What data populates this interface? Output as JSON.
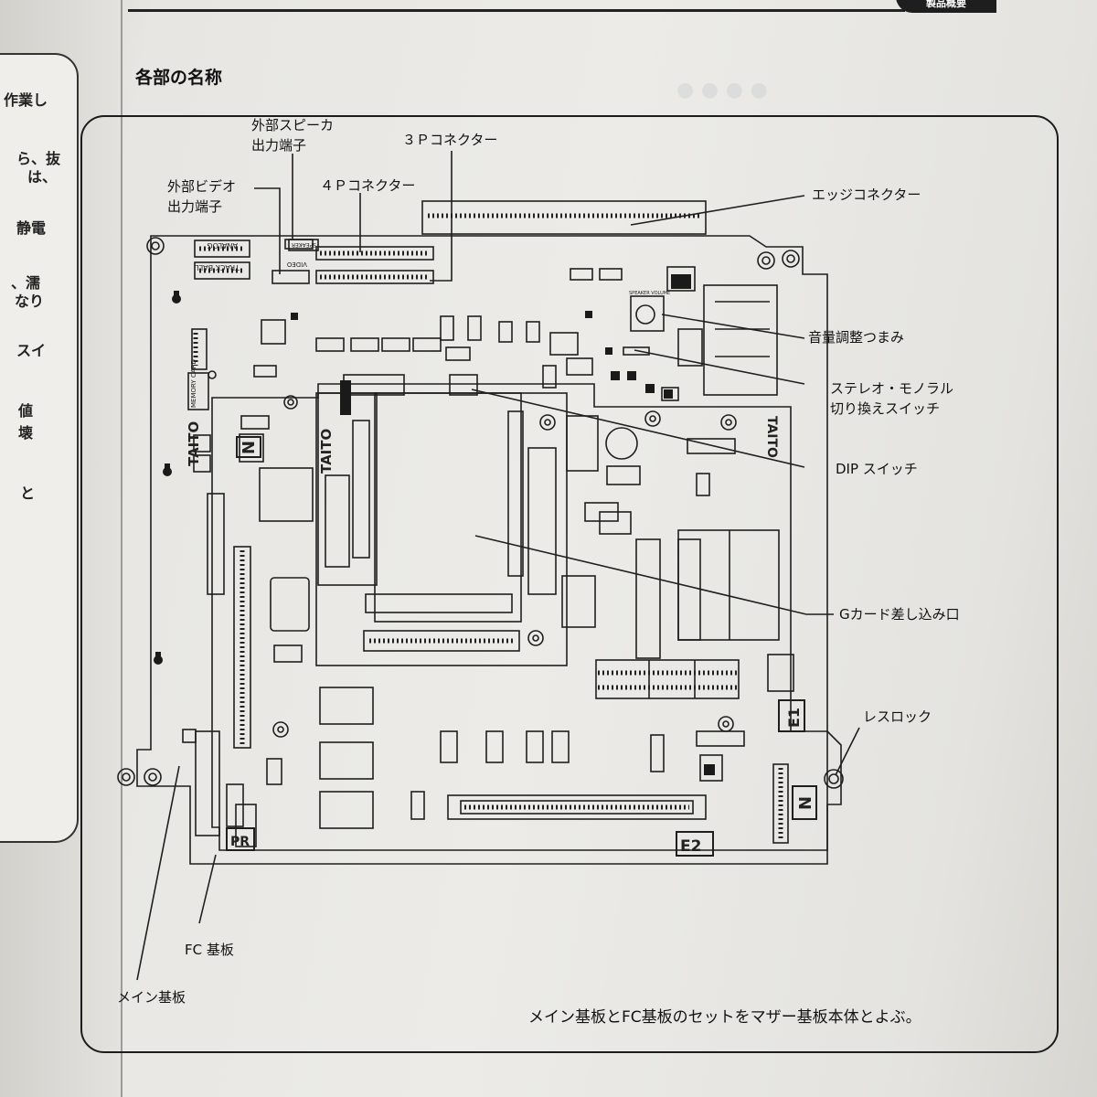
{
  "header": {
    "tab_label": "製品概要"
  },
  "left_page_fragments": [
    "作業し",
    "ら、抜",
    "は、",
    "静電",
    "、濡",
    "なり",
    "スイ",
    "値",
    "壊",
    "と"
  ],
  "section": {
    "title": "各部の名称"
  },
  "labels": {
    "ext_speaker": "外部スピーカ\n出力端子",
    "connector_3p": "３Ｐコネクター",
    "ext_video": "外部ビデオ\n出力端子",
    "connector_4p": "４Ｐコネクター",
    "edge_connector": "エッジコネクター",
    "volume_knob": "音量調整つまみ",
    "stereo_mono_switch": "ステレオ・モノラル\n切り換えスイッチ",
    "dip_switch": "DIP スイッチ",
    "g_card_slot": "Gカード差し込み口",
    "lessrock": "レスロック",
    "fc_board": "FC 基板",
    "main_board": "メイン基板"
  },
  "board_marks": {
    "brand_logo": "TAITO",
    "analog": "ANALOG",
    "trackball": "TRACK BALL",
    "video": "VIDEO",
    "speaker": "SPEAKER",
    "memory_card": "MEMORY CARD",
    "volume": "SPEAKER VOLUME",
    "e1": "E1",
    "e2": "E2",
    "pr": "PR",
    "n": "N"
  },
  "caption": "メイン基板とFC基板のセットをマザー基板本体とよぶ。"
}
